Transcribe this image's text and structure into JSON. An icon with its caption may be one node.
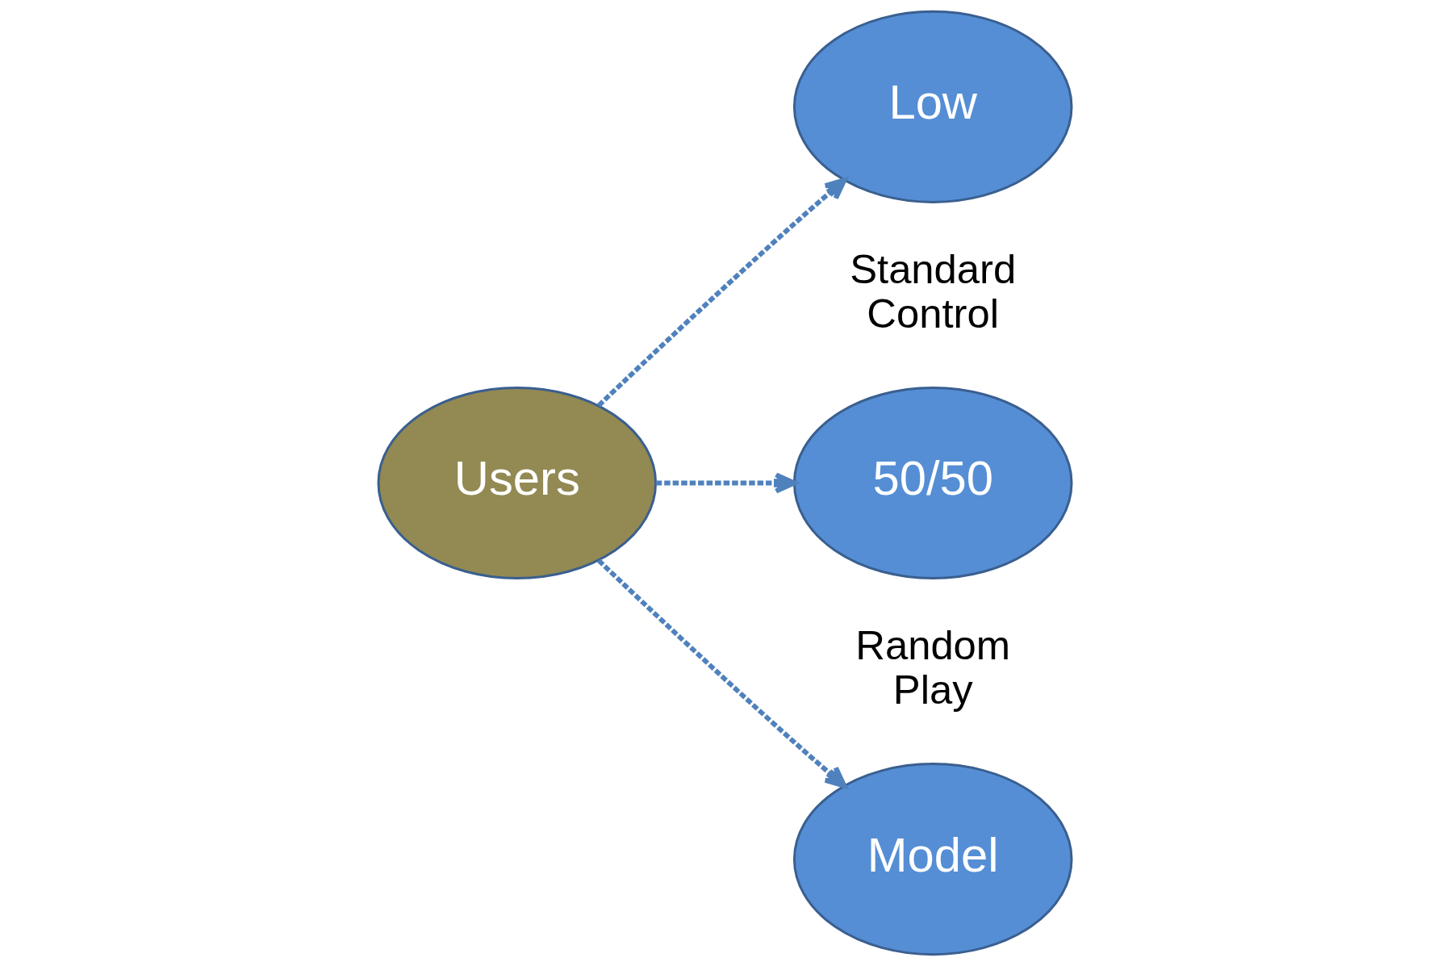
{
  "diagram": {
    "nodes": [
      {
        "text": [
          "Users"
        ]
      },
      {
        "text": [
          "Low"
        ],
        "beside": [
          "Standard Control"
        ]
      },
      {
        "text": [
          "50/50"
        ],
        "beside": [
          "Random Play"
        ]
      },
      {
        "text": [
          "Model"
        ]
      }
    ],
    "edges": [
      {
        "from": 0,
        "to": 1,
        "arrow": "to",
        "style": "dashed"
      },
      {
        "from": 0,
        "to": 2,
        "arrow": "to",
        "style": "dashed"
      },
      {
        "from": 0,
        "to": 3,
        "arrow": "to",
        "style": "dashed"
      }
    ]
  }
}
